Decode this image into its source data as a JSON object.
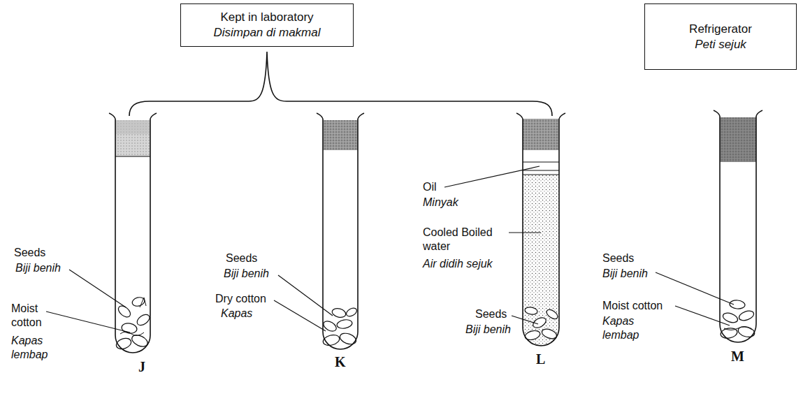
{
  "diagram": {
    "nodes": [
      {
        "text": [
          "Kept in laboratory",
          "Disimpan di makmal"
        ]
      },
      {
        "text": [
          "Refrigerator",
          "Peti sejuk"
        ]
      }
    ],
    "labels": [
      "Seeds",
      "Biji benih",
      "Moist cotton",
      "Kapas lembap",
      "J",
      "Seeds",
      "Biji benih",
      "Dry cotton",
      "Kapas",
      "K",
      "Oil",
      "Minyak",
      "Cooled Boiled water",
      "Air didih sejuk",
      "Seeds",
      "Biji benih",
      "L",
      "Seeds",
      "Biji benih",
      "Moist cotton",
      "Kapas lembap",
      "M"
    ]
  }
}
